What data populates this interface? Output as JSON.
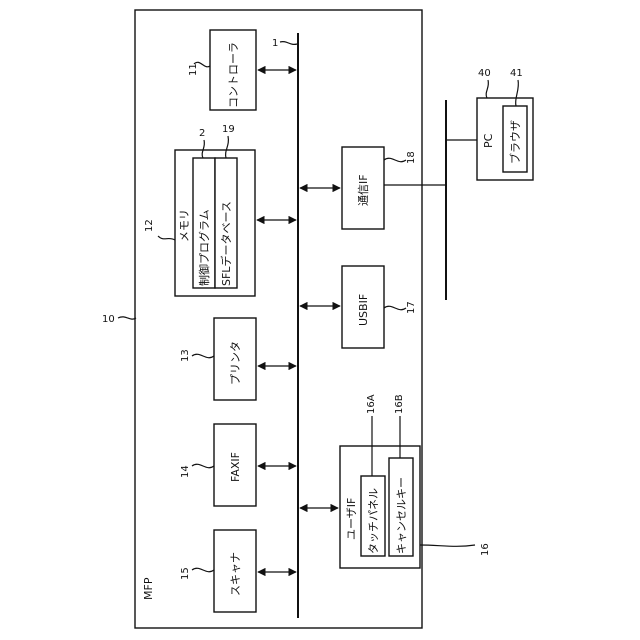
{
  "labels": {
    "mfp": "MFP",
    "controller": "コントローラ",
    "memory": "メモリ",
    "control_program": "制御プログラム",
    "sfl_database": "SFLデータベース",
    "printer": "プリンタ",
    "faxif": "FAXIF",
    "scanner": "スキャナ",
    "comm_if": "通信IF",
    "usbif": "USBIF",
    "user_if": "ユーザIF",
    "touch_panel": "タッチパネル",
    "cancel_key": "キャンセルキー",
    "pc": "PC",
    "browser": "ブラウザ"
  },
  "refs": {
    "bus": "1",
    "control_program": "2",
    "mfp": "10",
    "controller": "11",
    "memory": "12",
    "printer": "13",
    "faxif": "14",
    "scanner": "15",
    "user_if": "16",
    "touch_panel": "16A",
    "cancel_key": "16B",
    "usbif": "17",
    "comm_if": "18",
    "sfl_database": "19",
    "pc": "40",
    "browser": "41"
  }
}
